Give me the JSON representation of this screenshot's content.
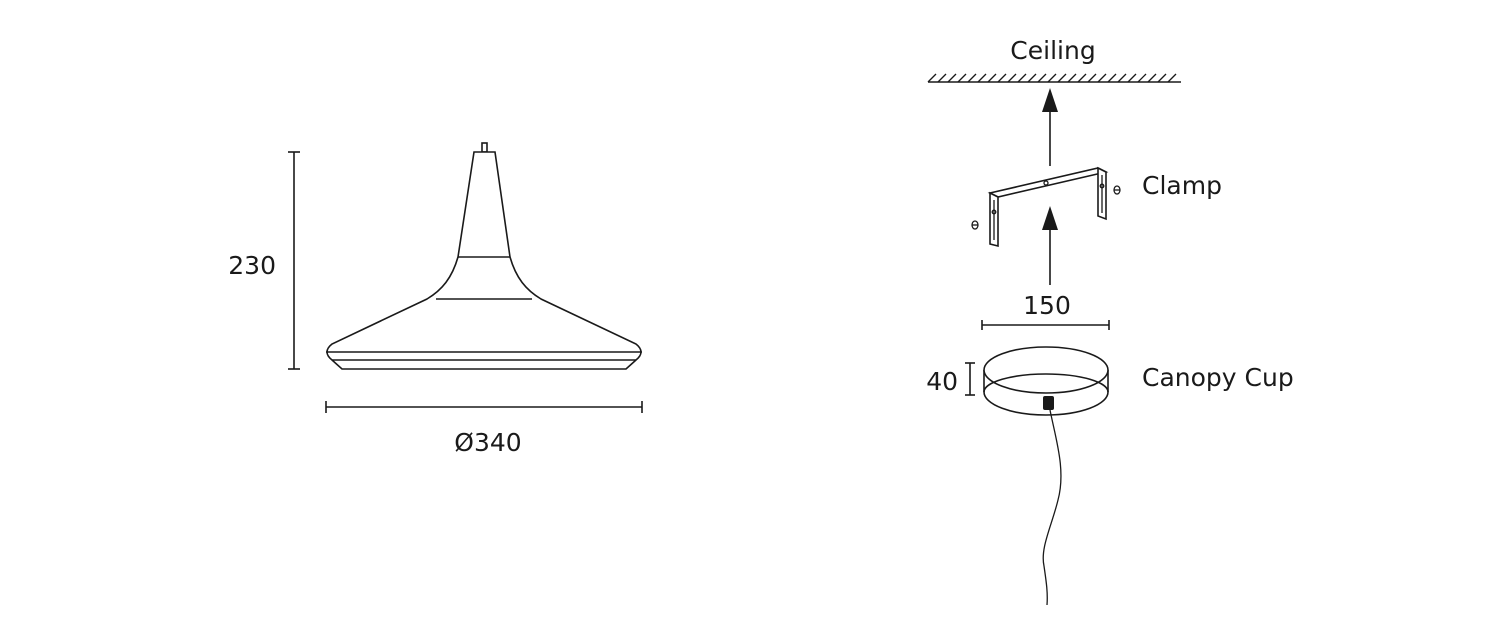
{
  "pendant": {
    "height_label": "230",
    "diameter_label": "Ø340"
  },
  "installation": {
    "ceiling_label": "Ceiling",
    "clamp_label": "Clamp",
    "canopy_label": "Canopy Cup",
    "canopy_width_label": "150",
    "canopy_height_label": "40"
  }
}
